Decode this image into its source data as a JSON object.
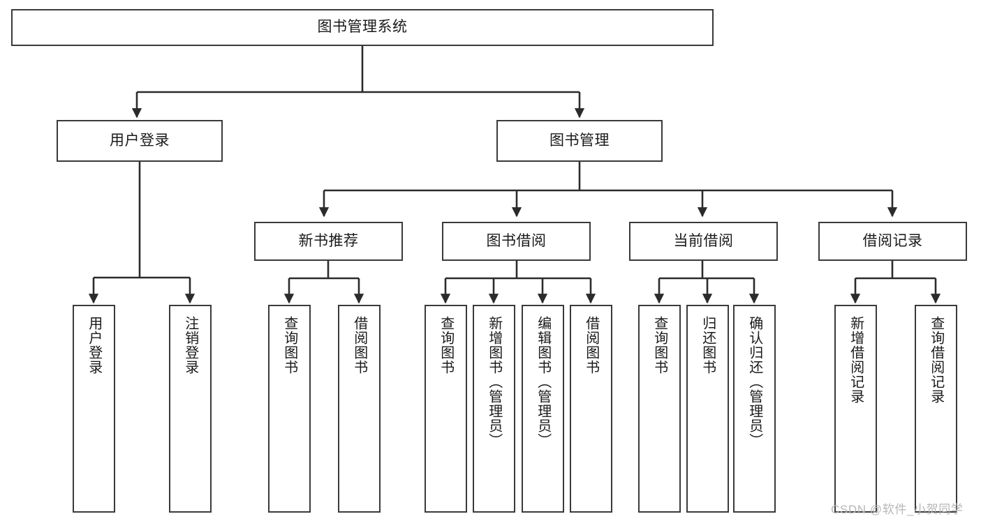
{
  "diagram": {
    "type": "tree",
    "title": "图书管理系统",
    "orientation": "top-down",
    "colors": {
      "node_border": "#3a3a3a",
      "node_fill": "#ffffff",
      "connector": "#2b2b2b",
      "text": "#1a1a1a",
      "watermark": "#b6b6b6",
      "background": "#ffffff"
    },
    "watermark": "CSDN @软件_小贺同学",
    "nodes": {
      "root": {
        "label": "图书管理系统"
      },
      "level1": [
        {
          "label": "用户登录"
        },
        {
          "label": "图书管理"
        }
      ],
      "level2": [
        {
          "label": "新书推荐"
        },
        {
          "label": "图书借阅"
        },
        {
          "label": "当前借阅"
        },
        {
          "label": "借阅记录"
        }
      ],
      "leaves": {
        "user_login": [
          {
            "label": "用户登录"
          },
          {
            "label": "注销登录"
          }
        ],
        "new_book_recommend": [
          {
            "label": "查询图书"
          },
          {
            "label": "借阅图书"
          }
        ],
        "book_borrow": [
          {
            "label": "查询图书"
          },
          {
            "label": "新增图书（管理员）"
          },
          {
            "label": "编辑图书（管理员）"
          },
          {
            "label": "借阅图书"
          }
        ],
        "current_borrow": [
          {
            "label": "查询图书"
          },
          {
            "label": "归还图书"
          },
          {
            "label": "确认归还（管理员）"
          }
        ],
        "borrow_record": [
          {
            "label": "新增借阅记录"
          },
          {
            "label": "查询借阅记录"
          }
        ]
      }
    }
  }
}
